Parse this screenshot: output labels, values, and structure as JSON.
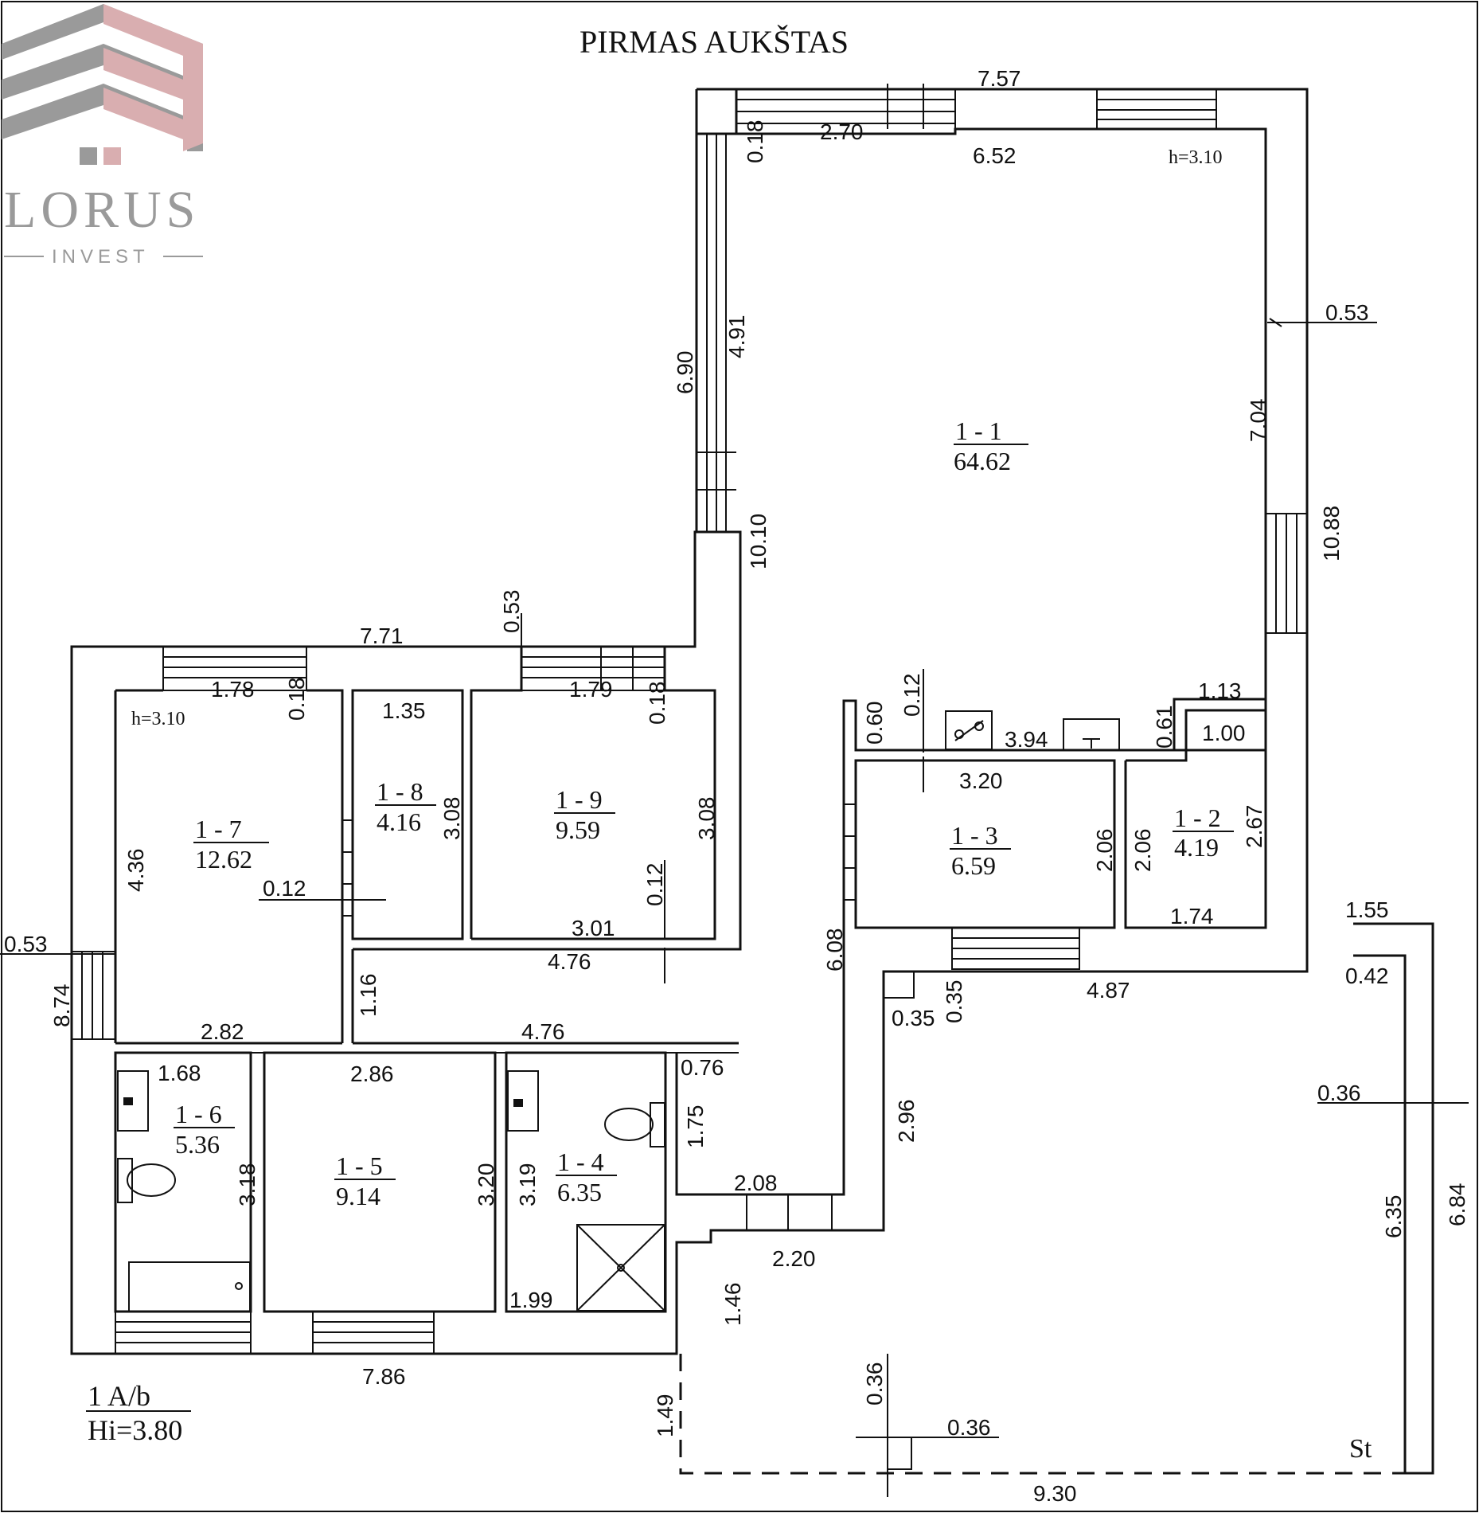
{
  "title": "PIRMAS AUKŠTAS",
  "logo": {
    "name": "LORUS",
    "sub": "INVEST",
    "colors": {
      "grey": "#9a9a9a",
      "pink": "#d9aeb0"
    }
  },
  "stamp": {
    "line1": "1 A/b",
    "line2": "Hi=3.80"
  },
  "corner_label": "St",
  "heights": {
    "main": "h=3.10",
    "left": "h=3.10"
  },
  "rooms": [
    {
      "id": "1 - 1",
      "area": "64.62"
    },
    {
      "id": "1 - 2",
      "area": "4.19"
    },
    {
      "id": "1 - 3",
      "area": "6.59"
    },
    {
      "id": "1 - 4",
      "area": "6.35"
    },
    {
      "id": "1 - 5",
      "area": "9.14"
    },
    {
      "id": "1 - 6",
      "area": "5.36"
    },
    {
      "id": "1 - 7",
      "area": "12.62"
    },
    {
      "id": "1 - 8",
      "area": "4.16"
    },
    {
      "id": "1 - 9",
      "area": "9.59"
    }
  ],
  "dims": {
    "d757": "7.57",
    "d270": "2.70",
    "d652": "6.52",
    "d018a": "0.18",
    "d053a": "0.53",
    "d704": "7.04",
    "d1088": "10.88",
    "d690": "6.90",
    "d491": "4.91",
    "d1010": "10.10",
    "d053b": "0.53",
    "d771": "7.71",
    "d178": "1.78",
    "d018b": "0.18",
    "d179": "1.79",
    "d018c": "0.18",
    "d135": "1.35",
    "d060": "0.60",
    "d012a": "0.12",
    "d394": "3.94",
    "d061": "0.61",
    "d113": "1.13",
    "d100": "1.00",
    "d320a": "3.20",
    "d308a": "3.08",
    "d308b": "3.08",
    "d436": "4.36",
    "d012b": "0.12",
    "d012c": "0.12",
    "d301": "3.01",
    "d476a": "4.76",
    "d206a": "2.06",
    "d206b": "2.06",
    "d267": "2.67",
    "d174": "1.74",
    "d155": "1.55",
    "d042": "0.42",
    "d053c": "0.53",
    "d874": "8.74",
    "d116": "1.16",
    "d608": "6.08",
    "d035a": "0.35",
    "d035b": "0.35",
    "d487": "4.87",
    "d282": "2.82",
    "d476b": "4.76",
    "d076": "0.76",
    "d168": "1.68",
    "d286": "2.86",
    "d175": "1.75",
    "d296": "2.96",
    "d036a": "0.36",
    "d318": "3.18",
    "d320b": "3.20",
    "d319": "3.19",
    "d208": "2.08",
    "d220": "2.20",
    "d635": "6.35",
    "d684": "6.84",
    "d199": "1.99",
    "d146": "1.46",
    "d786": "7.86",
    "d149": "1.49",
    "d036b": "0.36",
    "d036c": "0.36",
    "d930": "9.30"
  }
}
